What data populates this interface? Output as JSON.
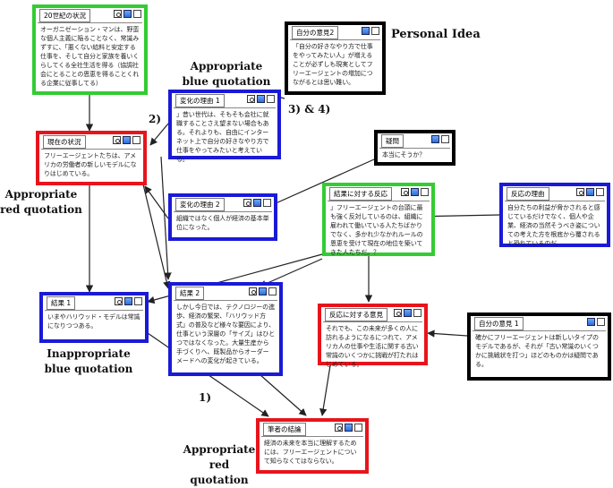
{
  "labels": {
    "personal_idea": "Personal Idea",
    "appropriate_blue_1": "Appropriate",
    "appropriate_blue_2": "blue quotation",
    "step_2": "2)",
    "step_34": "3) & 4)",
    "appropriate_red_left_1": "Appropriate",
    "appropriate_red_left_2": "red quotation",
    "inappropriate_blue_1": "Inappropriate",
    "inappropriate_blue_2": "blue quotation",
    "step_1": "1)",
    "appropriate_red_bottom_1": "Appropriate",
    "appropriate_red_bottom_2": "red quotation"
  },
  "cards": {
    "c20": {
      "title": "20世紀の状況",
      "body": "オーガニゼーション・マンは、野蛮な個人主義に陥ることなく、常識みずすに、「悪くない給料と安定する仕事を、そして自分と家族を養いくらしてくる全社生活を得る（協調社会にとることの恩恵を得ることくれる企業に従事してる）"
    },
    "myopinion2": {
      "title": "自分の意見2",
      "body": "「自分の好きなやり方で仕事をやってみたい人」が増えることが必ずしも現実としてフリーエージェントの増加につながるとは思い難い。"
    },
    "reason1": {
      "title": "変化の理由 1",
      "body": "」昔い世代は、そもそも会社に就職することさえ望まない場合もある。それよりも、自由にインターネット上で自分の好きなやり方で仕事をやってみたいと考えている。"
    },
    "current": {
      "title": "現在の状況",
      "body": "フリーエージェントたちは、アメリカの労働者の新しいモデルになりはじめている。"
    },
    "question": {
      "title": "疑問",
      "body": "本当にそうか？"
    },
    "reason2": {
      "title": "変化の理由 2",
      "body": "組織ではなく個人が経済の基本単位になった。"
    },
    "response": {
      "title": "結果に対する反応",
      "body": "」フリーエージェントの台頭に最も強く反対しているのは、組織に雇われて働いている人たちばかりでなく、多かれ少なかれルールの恩恵を受けて現在の地位を築いてきた人たちだ。？"
    },
    "reactionreason": {
      "title": "反応の理由",
      "body": "自分たちの利益が脅かされると感じているだけでなく、個人や企業、経済の当然そうべき姿についての考えた方を根底から覆されると恐れているのだ。"
    },
    "result1": {
      "title": "結果 1",
      "body": "いまやハリウッド・モデルは常識になりつつある。"
    },
    "result2": {
      "title": "結果 2",
      "body": "しかし今日では、テクノロジーの進歩、経済の繁栄、「ハリウッド方式」の普及など様々な要因により、仕事という深層の「サイズ」はひとつではなくなった。大量生産から手づくりへ、既製品からオーダーメードへの変化が起きている。"
    },
    "opposite": {
      "title": "反応に対する意見",
      "body": "それでも、この未来が多くの人に訪れるようになるにつれて、アメリカ人の仕事や生活に関する古い常識のいくつかに挑戦が打たれはじめている。"
    },
    "myopinion1": {
      "title": "自分の意見 1",
      "body": "確かにフリーエージェントは新しいタイプのモデルであるが、それが「古い常識のいくつかに挑戦状を打つ」ほどのものかは疑問である。"
    },
    "author": {
      "title": "筆者の結論",
      "body": "経済の未来を本当に理解するためには、フリーエージェントについて知らなくてはならない。"
    }
  }
}
